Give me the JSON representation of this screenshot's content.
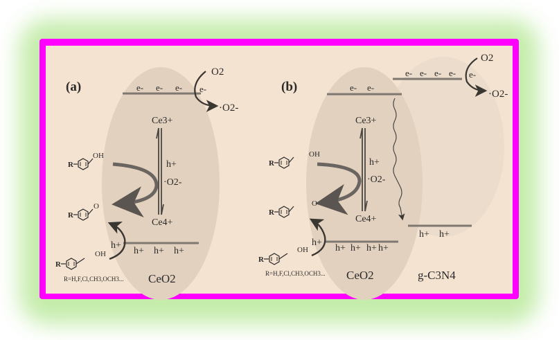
{
  "colors": {
    "glow": "#c4ecaa",
    "frame": "#ff00ff",
    "panel": "#f5e3d1",
    "ellipse": "#e2d1bf",
    "band_line": "#7f7870",
    "arrow": "#5a5550",
    "text": "#2a2a2a"
  },
  "panel_a": {
    "label": "(a)",
    "cb_electrons": [
      "e-",
      "e-",
      "e-"
    ],
    "transfer_electron": "e-",
    "o2": "O2",
    "superoxide": "·O2-",
    "ce3": "Ce3+",
    "ce4": "Ce4+",
    "center_hole": "h+",
    "center_superoxide": "·O2-",
    "vb_holes": [
      "h+",
      "h+",
      "h+"
    ],
    "oxidation_hole": "h+",
    "substrate_label": "R",
    "oh_label": "OH",
    "aldehyde_o": "O",
    "r_groups": "R=H,F,Cl,CH3,OCH3...",
    "material": "CeO2"
  },
  "panel_b": {
    "label": "(b)",
    "ceo2_cb_electrons": [
      "e-",
      "e-"
    ],
    "gcn_cb_electrons": [
      "e-",
      "e-",
      "e-",
      "e-"
    ],
    "transfer_electron": "e-",
    "o2": "O2",
    "superoxide": "·O2-",
    "ce3": "Ce3+",
    "ce4": "Ce4+",
    "center_hole": "h+",
    "center_superoxide": "·O2-",
    "ceo2_vb_holes": [
      "h+",
      "h+",
      "h+",
      "h+"
    ],
    "gcn_vb_holes": [
      "h+",
      "h+"
    ],
    "oxidation_hole": "h+",
    "substrate_label": "R",
    "oh_label": "OH",
    "aldehyde_o": "O",
    "r_groups": "R=H,F,Cl,CH3,OCH3...",
    "material_1": "CeO2",
    "material_2": "g-C3N4"
  }
}
